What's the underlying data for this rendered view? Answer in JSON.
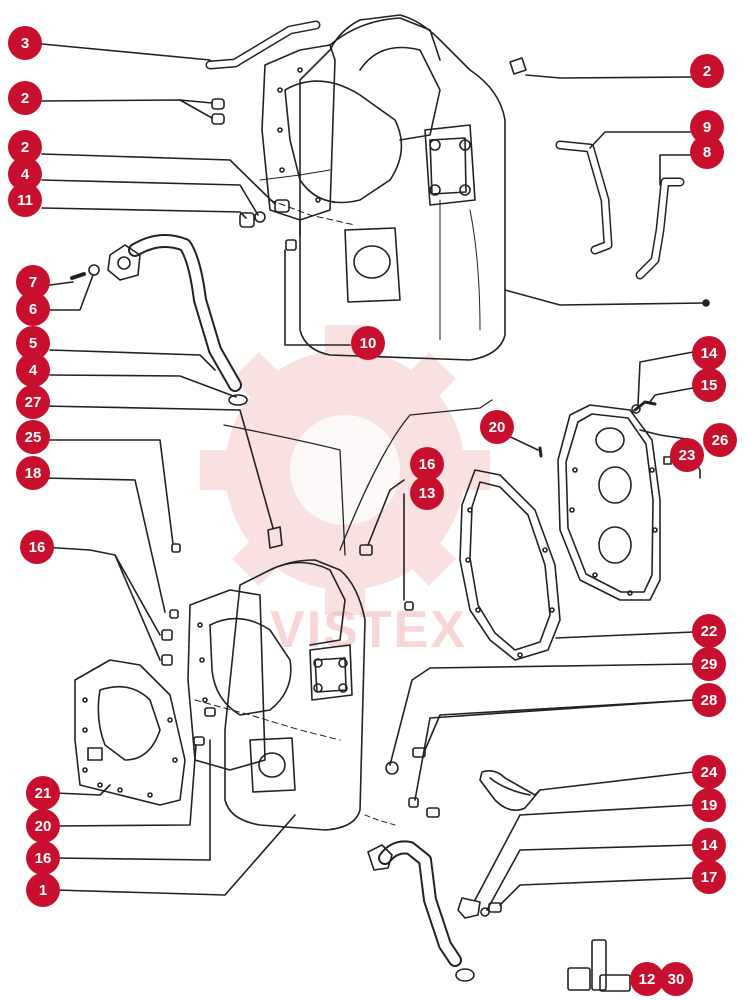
{
  "watermark": {
    "text": "VISTEX",
    "color": "#e8413a"
  },
  "callout_color": "#c8102e",
  "callouts": [
    {
      "id": "c3",
      "label": "3"
    },
    {
      "id": "c2a",
      "label": "2"
    },
    {
      "id": "c2b",
      "label": "2"
    },
    {
      "id": "c2c",
      "label": "2"
    },
    {
      "id": "c4a",
      "label": "4"
    },
    {
      "id": "c11",
      "label": "11"
    },
    {
      "id": "c7",
      "label": "7"
    },
    {
      "id": "c6",
      "label": "6"
    },
    {
      "id": "c5",
      "label": "5"
    },
    {
      "id": "c4b",
      "label": "4"
    },
    {
      "id": "c27",
      "label": "27"
    },
    {
      "id": "c25",
      "label": "25"
    },
    {
      "id": "c18",
      "label": "18"
    },
    {
      "id": "c16a",
      "label": "16"
    },
    {
      "id": "c10",
      "label": "10"
    },
    {
      "id": "c9",
      "label": "9"
    },
    {
      "id": "c8",
      "label": "8"
    },
    {
      "id": "c14a",
      "label": "14"
    },
    {
      "id": "c15",
      "label": "15"
    },
    {
      "id": "c20a",
      "label": "20"
    },
    {
      "id": "c26",
      "label": "26"
    },
    {
      "id": "c23",
      "label": "23"
    },
    {
      "id": "c16b",
      "label": "16"
    },
    {
      "id": "c13",
      "label": "13"
    },
    {
      "id": "c22",
      "label": "22"
    },
    {
      "id": "c29",
      "label": "29"
    },
    {
      "id": "c28",
      "label": "28"
    },
    {
      "id": "c24",
      "label": "24"
    },
    {
      "id": "c19",
      "label": "19"
    },
    {
      "id": "c14b",
      "label": "14"
    },
    {
      "id": "c17",
      "label": "17"
    },
    {
      "id": "c21",
      "label": "21"
    },
    {
      "id": "c20b",
      "label": "20"
    },
    {
      "id": "c16c",
      "label": "16"
    },
    {
      "id": "c1",
      "label": "1"
    },
    {
      "id": "c12",
      "label": "12"
    },
    {
      "id": "c30",
      "label": "30"
    }
  ]
}
